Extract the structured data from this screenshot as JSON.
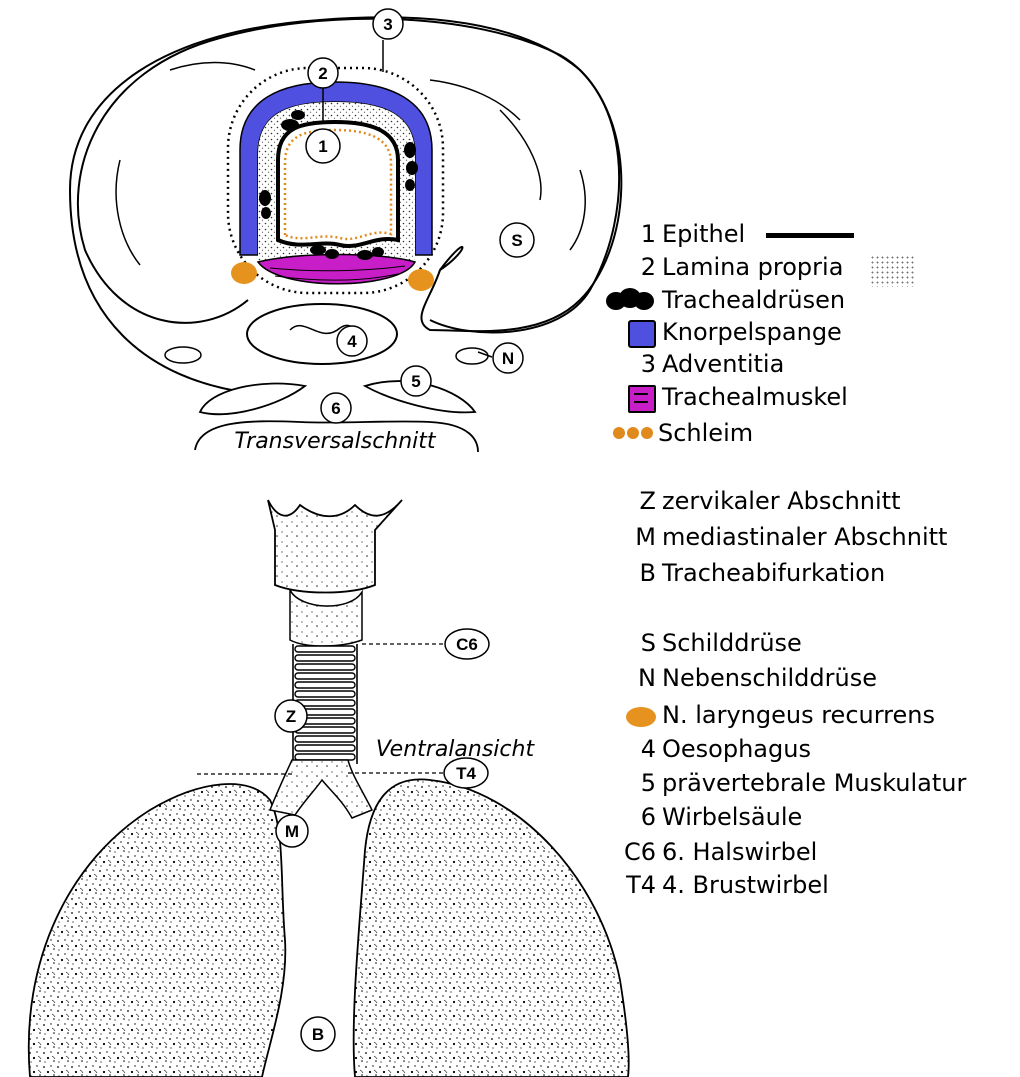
{
  "cross_section": {
    "caption": "Transversalschnitt",
    "markers": {
      "m1": "1",
      "m2": "2",
      "m3": "3",
      "m4": "4",
      "m5": "5",
      "m6": "6",
      "mS": "S",
      "mN": "N"
    }
  },
  "ventral_view": {
    "caption": "Ventralansicht",
    "markers": {
      "C6": "C6",
      "Z": "Z",
      "M": "M",
      "T4": "T4",
      "B": "B"
    }
  },
  "legend_tissue": [
    {
      "code": "1",
      "label": "Epithel",
      "symbol": "black-line"
    },
    {
      "code": "2",
      "label": "Lamina propria",
      "symbol": "dotted-square"
    },
    {
      "code": "",
      "label": "Trachealdrüsen",
      "symbol": "black-blob"
    },
    {
      "code": "",
      "label": "Knorpelspange",
      "symbol": "blue-square"
    },
    {
      "code": "3",
      "label": "Adventitia",
      "symbol": "none"
    },
    {
      "code": "",
      "label": "Trachealmuskel",
      "symbol": "magenta-square"
    },
    {
      "code": "",
      "label": "Schleim",
      "symbol": "orange-dots"
    }
  ],
  "legend_sections": [
    {
      "code": "Z",
      "label": "zervikaler Abschnitt"
    },
    {
      "code": "M",
      "label": "mediastinaler Abschnitt"
    },
    {
      "code": "B",
      "label": "Tracheabifurkation"
    }
  ],
  "legend_structures": [
    {
      "code": "S",
      "label": "Schilddrüse"
    },
    {
      "code": "N",
      "label": "Nebenschilddrüse"
    },
    {
      "code": "",
      "label": "N. laryngeus recurrens",
      "symbol": "orange-oval"
    },
    {
      "code": "4",
      "label": "Oesophagus"
    },
    {
      "code": "5",
      "label": "prävertebrale Muskulatur"
    },
    {
      "code": "6",
      "label": "Wirbelsäule"
    },
    {
      "code": "C6",
      "label": "6. Halswirbel"
    },
    {
      "code": "T4",
      "label": "4. Brustwirbel"
    }
  ],
  "colors": {
    "cartilage": "#4f4fe0",
    "muscle": "#c81ec8",
    "mucus": "#e08a1e",
    "nerve": "#e6921e",
    "ink": "#000000"
  }
}
